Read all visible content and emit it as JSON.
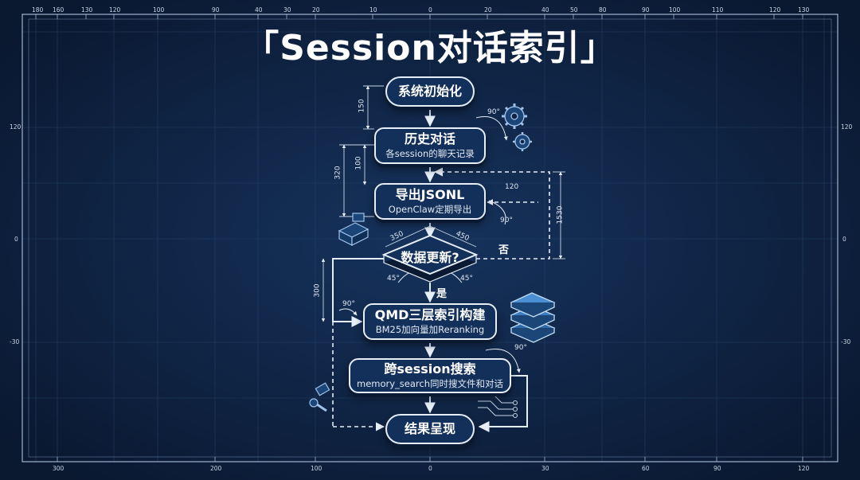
{
  "title": "「Session对话索引」",
  "nodes": {
    "init": {
      "main": "系统初始化"
    },
    "history": {
      "main": "历史对话",
      "sub": "各session的聊天记录"
    },
    "export": {
      "main": "导出JSONL",
      "sub": "OpenClaw定期导出"
    },
    "decision": {
      "main": "数据更新?"
    },
    "qmd": {
      "main": "QMD三层索引构建",
      "sub": "BM25加向量加Reranking"
    },
    "search": {
      "main": "跨session搜索",
      "sub": "memory_search同时搜文件和对话"
    },
    "result": {
      "main": "结果呈现"
    }
  },
  "branch_labels": {
    "yes": "是",
    "no": "否"
  },
  "annotations": {
    "d150": "150",
    "d100": "100",
    "d320": "320",
    "d300": "300",
    "d120": "120",
    "d1530": "1530",
    "d350": "350",
    "d450": "450",
    "a90_top": "90°",
    "a90_export": "90°",
    "a45_left": "45°",
    "a45_right": "45°",
    "a90_qmd": "90°",
    "a90_search": "90°"
  },
  "ruler": {
    "top": [
      "180",
      "160",
      "130",
      "120",
      "100",
      "90",
      "40",
      "30",
      "20",
      "10",
      "0",
      "20",
      "40",
      "50",
      "80",
      "90",
      "100",
      "110",
      "120",
      "130"
    ],
    "bottom": [
      "300",
      "200",
      "100",
      "0",
      "30",
      "60",
      "90",
      "120"
    ],
    "left": [
      "120",
      "0",
      "-30"
    ],
    "right": [
      "120",
      "0",
      "-30"
    ]
  },
  "colors": {
    "background": "#0f2240",
    "line": "#e6eef8",
    "node_fill": "#13305a",
    "grid": "#2a4a72"
  },
  "icons": [
    "gear-icon",
    "chip-icon",
    "layers-icon",
    "bolt-icon",
    "circuit-icon"
  ]
}
